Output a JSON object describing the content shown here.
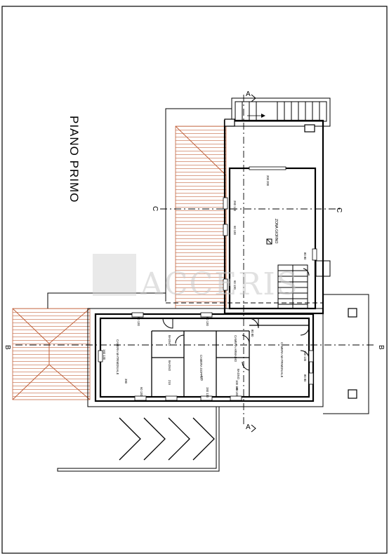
{
  "title": "PIANO PRIMO",
  "watermark": "ACCERIS",
  "sections": {
    "a": "A",
    "b": "B",
    "c": "C"
  },
  "rooms": {
    "zona_giorno": "ZONA GIORNO",
    "camera1": "CAMERA MATRIMONIALE",
    "camera2": "CAMERA MATRIMONIALE",
    "camera3": "CAMERA DOPPIA",
    "camera4": "CAMERA ARMADIO",
    "bagno1": "BAGNO",
    "bagno2": "BAGNO",
    "bagno3": "BAGNO"
  },
  "dims": {
    "d390": "390",
    "d215": "215",
    "d270": "270",
    "d160_130a": "160 130",
    "d160_130b": "160 130",
    "d60_130a": "60 130",
    "d60_130b": "60 130",
    "d60_130c": "60 130",
    "d60_130d": "60 130",
    "d60_130e": "60 130",
    "d60_130f": "60 130",
    "d200_200": "200 200",
    "d80_80a": "80 80",
    "d80_80b": "80 80",
    "d80_80c": "80 80",
    "d100_130": "100 130",
    "d150_130": "150 130",
    "d260_130": "260 130"
  },
  "colors": {
    "roof_hatch": "#c0603a",
    "line": "#000000"
  }
}
